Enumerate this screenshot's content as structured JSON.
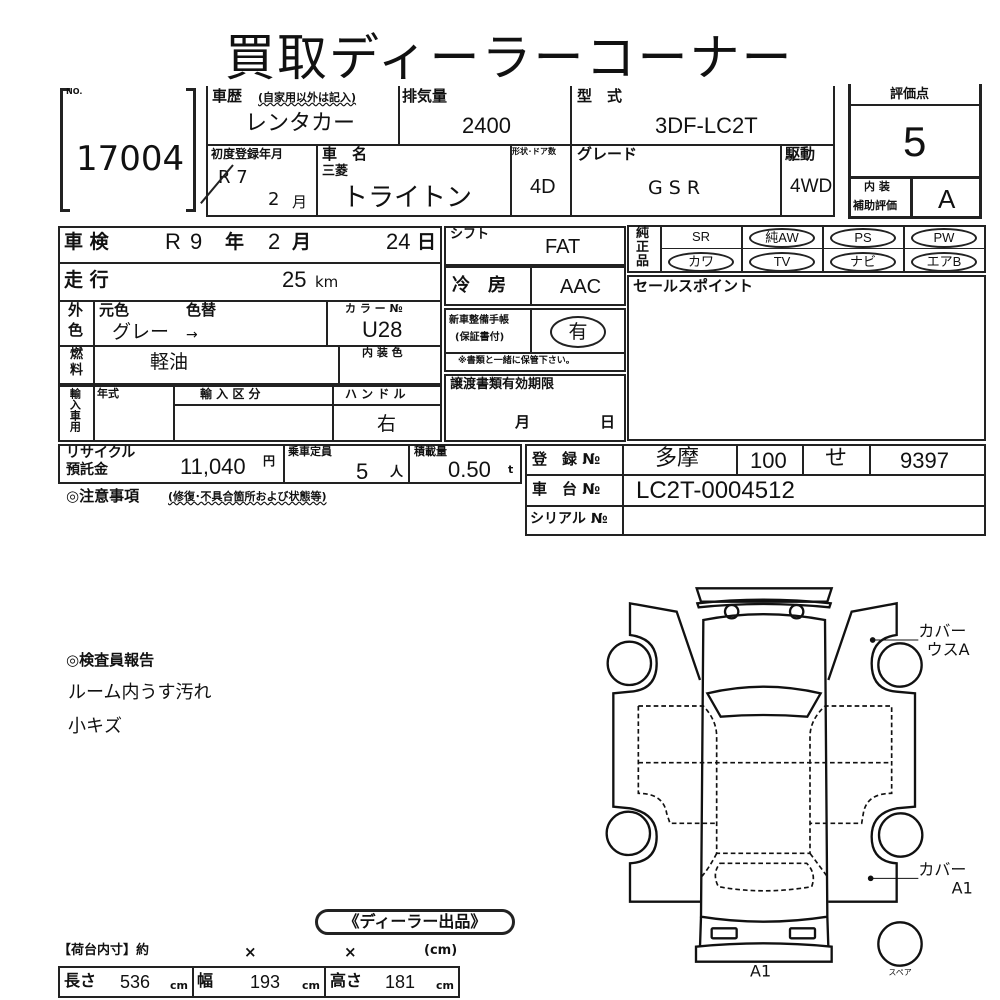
{
  "title": "買取ディーラーコーナー",
  "no": {
    "label": "NO.",
    "value": "17004"
  },
  "history": {
    "label": "車歴",
    "note": "(自家用以外は記入)",
    "value": "レンタカー"
  },
  "displacement": {
    "label": "排気量",
    "value": "2400"
  },
  "model_code": {
    "label": "型　式",
    "value": "3DF-LC2T"
  },
  "first_reg": {
    "label": "初度登録年月",
    "year": "R 7",
    "month": "2",
    "month_unit": "月"
  },
  "car_name": {
    "label": "車　名",
    "maker": "三菱",
    "value": "トライトン"
  },
  "body": {
    "label": "形状･ドア数",
    "value": "4D"
  },
  "grade": {
    "label": "グレード",
    "value": "G S R"
  },
  "drive": {
    "label": "駆動",
    "value": "4WD"
  },
  "score": {
    "label": "評価点",
    "value": "5",
    "interior_label1": "内 装",
    "interior_label2": "補助評価",
    "interior_value": "A"
  },
  "inspection": {
    "label": "車 検",
    "era": "R",
    "year": "9",
    "year_unit": "年",
    "month": "2",
    "month_unit": "月",
    "day": "24",
    "day_unit": "日"
  },
  "mileage": {
    "label": "走 行",
    "value": "25",
    "unit": "km"
  },
  "exterior": {
    "label1": "外",
    "label2": "色",
    "orig_label": "元色",
    "change_label": "色替",
    "orig_value": "グレー",
    "change_value": "→",
    "color_no_label": "カ ラ ー №",
    "color_no": "U28"
  },
  "fuel": {
    "label1": "燃",
    "label2": "料",
    "value": "軽油",
    "interior_color_label": "内 装 色"
  },
  "import": {
    "label": "輸入車用",
    "year_label": "年式",
    "category_label": "輸 入 区 分",
    "handle_label": "ハ ン ド ル",
    "handle_value": "右"
  },
  "shift": {
    "label": "シフト",
    "value": "FAT"
  },
  "ac": {
    "label": "冷　房",
    "value": "AAC"
  },
  "manual": {
    "label1": "新車整備手帳",
    "label2": "(保証書付)",
    "value": "有",
    "note": "※書類と一緒に保管下さい。"
  },
  "transfer": {
    "label": "譲渡書類有効期限",
    "month_unit": "月",
    "day_unit": "日"
  },
  "options": {
    "label": "純正品",
    "items": [
      "SR",
      "純AW",
      "PS",
      "PW",
      "カワ",
      "TV",
      "ナビ",
      "エアB"
    ]
  },
  "sales_point": {
    "label": "セールスポイント"
  },
  "recycle": {
    "label1": "リサイクル",
    "label2": "預託金",
    "value": "11,040",
    "unit": "円"
  },
  "capacity": {
    "label": "乗車定員",
    "value": "5",
    "unit": "人"
  },
  "load": {
    "label": "積載量",
    "value": "0.50",
    "unit": "t"
  },
  "caution": {
    "label": "◎注意事項",
    "note": "(修復･不具合箇所および状態等)"
  },
  "registration": {
    "label": "登　録 №",
    "area": "多摩",
    "class": "100",
    "kana": "せ",
    "number": "9397"
  },
  "chassis": {
    "label": "車　台 №",
    "value": "LC2T-0004512"
  },
  "serial": {
    "label": "シリアル №"
  },
  "inspector": {
    "label": "◎検査員報告",
    "lines": [
      "ルーム内うす汚れ",
      "小キズ"
    ]
  },
  "dealer_badge": "《ディーラー出品》",
  "bed": {
    "label": "【荷台内寸】約",
    "x1": "×",
    "x2": "×",
    "unit": "(cm)",
    "length_label": "長さ",
    "length": "536",
    "width_label": "幅",
    "width": "193",
    "height_label": "高さ",
    "height": "181",
    "cm": "cm"
  },
  "diagram": {
    "mark1_a": "カバー",
    "mark1_b": "ウスA",
    "mark2_a": "カバー",
    "mark2_b": "A1",
    "rear": "A1",
    "spare": "スペア"
  }
}
